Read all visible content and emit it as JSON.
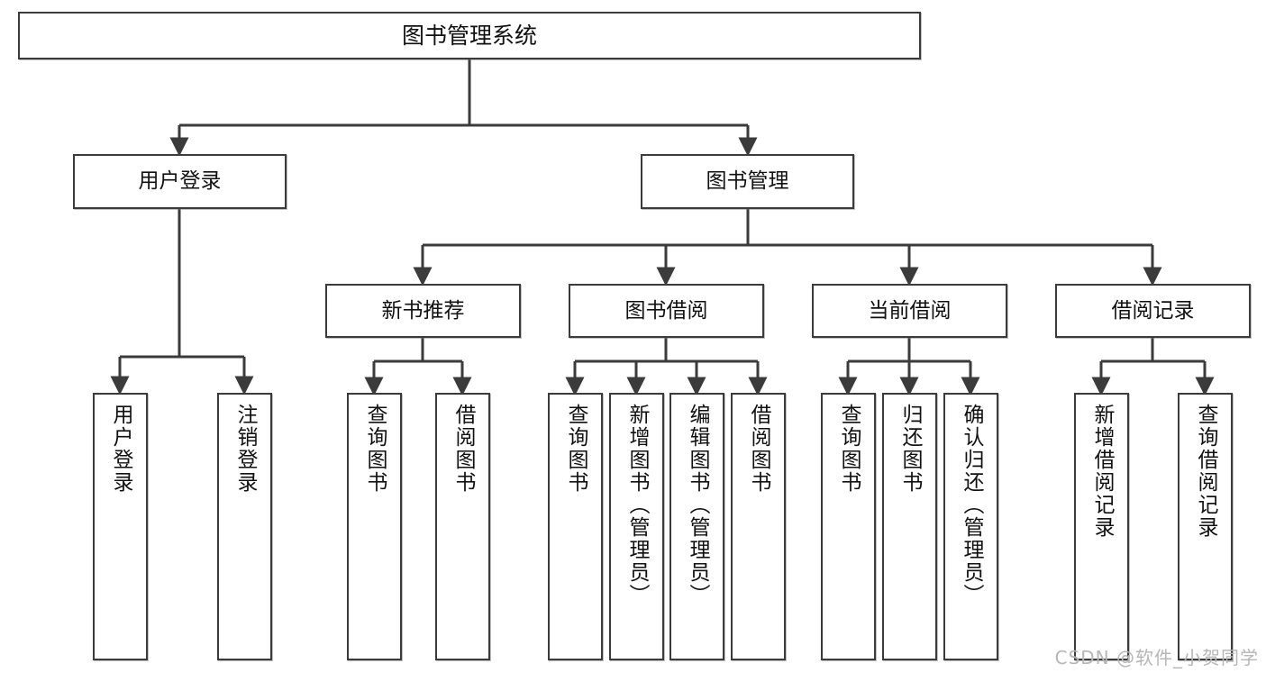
{
  "diagram": {
    "title": "图书管理系统",
    "root": {
      "id": "root",
      "label": "图书管理系统"
    },
    "level1": [
      {
        "id": "user-login",
        "label": "用户登录"
      },
      {
        "id": "book-manage",
        "label": "图书管理"
      }
    ],
    "level2": [
      {
        "id": "new-book-recommend",
        "label": "新书推荐",
        "parent": "book-manage"
      },
      {
        "id": "book-borrow",
        "label": "图书借阅",
        "parent": "book-manage"
      },
      {
        "id": "current-borrow",
        "label": "当前借阅",
        "parent": "book-manage"
      },
      {
        "id": "borrow-record",
        "label": "借阅记录",
        "parent": "book-manage"
      }
    ],
    "leaves": [
      {
        "id": "leaf-user-login",
        "label": "用户登录",
        "parent": "user-login"
      },
      {
        "id": "leaf-user-logout",
        "label": "注销登录",
        "parent": "user-login"
      },
      {
        "id": "leaf-query-book-1",
        "label": "查询图书",
        "parent": "new-book-recommend"
      },
      {
        "id": "leaf-borrow-book-1",
        "label": "借阅图书",
        "parent": "new-book-recommend"
      },
      {
        "id": "leaf-query-book-2",
        "label": "查询图书",
        "parent": "book-borrow"
      },
      {
        "id": "leaf-add-book",
        "label": "新增图书（管理员）",
        "parent": "book-borrow"
      },
      {
        "id": "leaf-edit-book",
        "label": "编辑图书（管理员）",
        "parent": "book-borrow"
      },
      {
        "id": "leaf-borrow-book-2",
        "label": "借阅图书",
        "parent": "book-borrow"
      },
      {
        "id": "leaf-query-book-3",
        "label": "查询图书",
        "parent": "current-borrow"
      },
      {
        "id": "leaf-return-book",
        "label": "归还图书",
        "parent": "current-borrow"
      },
      {
        "id": "leaf-confirm-return",
        "label": "确认归还（管理员）",
        "parent": "current-borrow"
      },
      {
        "id": "leaf-add-record",
        "label": "新增借阅记录",
        "parent": "borrow-record"
      },
      {
        "id": "leaf-query-record",
        "label": "查询借阅记录",
        "parent": "borrow-record"
      }
    ],
    "watermark": "CSDN @软件_小贺同学",
    "colors": {
      "stroke": "#3b3b3b",
      "fill": "#ffffff",
      "text": "#111111",
      "watermark": "#b6b6b6"
    }
  }
}
